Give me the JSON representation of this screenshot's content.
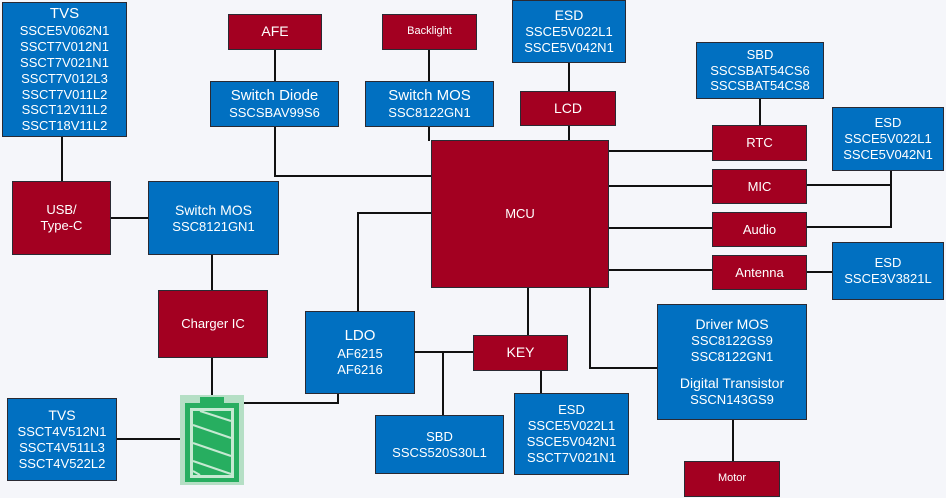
{
  "diagram": {
    "mcu": {
      "label": "MCU"
    },
    "tvs_top": {
      "title": "TVS",
      "parts": [
        "SSCE5V062N1",
        "SSCT7V012N1",
        "SSCT7V021N1",
        "SSCT7V012L3",
        "SSCT7V011L2",
        "SSCT12V11L2",
        "SSCT18V11L2"
      ]
    },
    "afe": {
      "label": "AFE"
    },
    "backlight": {
      "label": "Backlight"
    },
    "switch_diode": {
      "title": "Switch Diode",
      "parts": [
        "SSCSBAV99S6"
      ]
    },
    "switch_mos_backlight": {
      "title": "Switch MOS",
      "parts": [
        "SSC8122GN1"
      ]
    },
    "esd_lcd": {
      "title": "ESD",
      "parts": [
        "SSCE5V022L1",
        "SSCE5V042N1"
      ]
    },
    "lcd": {
      "label": "LCD"
    },
    "sbd_rtc": {
      "title": "SBD",
      "parts": [
        "SSCSBAT54CS6",
        "SSCSBAT54CS8"
      ]
    },
    "rtc": {
      "label": "RTC"
    },
    "esd_audio": {
      "title": "ESD",
      "parts": [
        "SSCE5V022L1",
        "SSCE5V042N1"
      ]
    },
    "mic": {
      "label": "MIC"
    },
    "audio": {
      "label": "Audio"
    },
    "antenna": {
      "label": "Antenna"
    },
    "esd_antenna": {
      "title": "ESD",
      "parts": [
        "SSCE3V3821L"
      ]
    },
    "usb": {
      "lines": [
        "USB/",
        "Type-C"
      ]
    },
    "switch_mos_usb": {
      "title": "Switch MOS",
      "parts": [
        "SSC8121GN1"
      ]
    },
    "charger": {
      "label": "Charger IC"
    },
    "ldo": {
      "title": "LDO",
      "parts": [
        "AF6215",
        "AF6216"
      ]
    },
    "key": {
      "label": "KEY"
    },
    "sbd_key": {
      "title": "SBD",
      "parts": [
        "SSCS520S30L1"
      ]
    },
    "esd_key": {
      "title": "ESD",
      "parts": [
        "SSCE5V022L1",
        "SSCE5V042N1",
        "SSCT7V021N1"
      ]
    },
    "driver": {
      "title": "Driver MOS",
      "parts": [
        "SSC8122GS9",
        "SSC8122GN1"
      ],
      "title2": "Digital Transistor",
      "parts2": [
        "SSCN143GS9"
      ]
    },
    "motor": {
      "label": "Motor"
    },
    "tvs_battery": {
      "title": "TVS",
      "parts": [
        "SSCT4V512N1",
        "SSCT4V511L3",
        "SSCT4V522L2"
      ]
    },
    "battery": {
      "icon": "battery-icon"
    }
  },
  "colors": {
    "component": "#0170c1",
    "block": "#a30021",
    "battery": "#27ae60",
    "background": "#f5f6fa"
  }
}
